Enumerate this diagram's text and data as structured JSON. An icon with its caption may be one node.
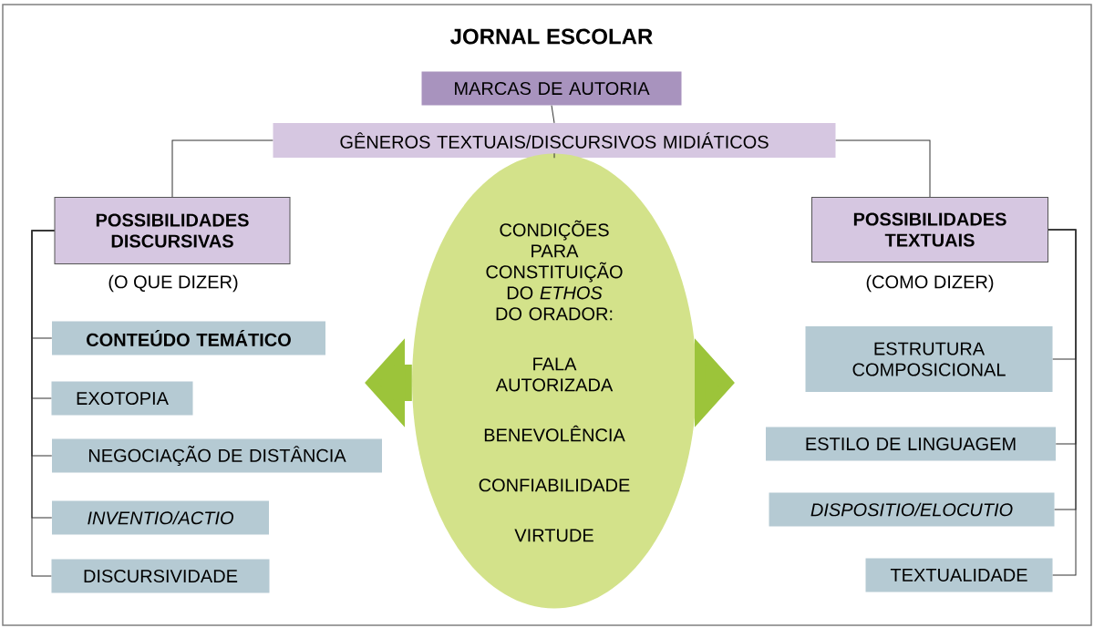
{
  "diagram": {
    "title": "JORNAL ESCOLAR",
    "nodes": [
      {
        "text": [
          "MARCAS DE AUTORIA"
        ]
      },
      {
        "text": [
          "GÊNEROS TEXTUAIS/DISCURSIVOS MIDIÁTICOS"
        ]
      },
      {
        "text": [
          "POSSIBILIDADES DISCURSIVAS"
        ],
        "beside": [
          "(O QUE DIZER)"
        ]
      },
      {
        "text": [
          "CONDIÇÕES PARA CONSTITUIÇÃO DO *ETHOS* DO ORADOR:",
          "FALA AUTORIZADA",
          "BENEVOLÊNCIA",
          "CONFIABILIDADE",
          "VIRTUDE"
        ]
      },
      {
        "text": [
          "POSSIBILIDADES TEXTUAIS"
        ],
        "beside": [
          "(COMO DIZER)"
        ]
      },
      {
        "text": [
          "CONTEÚDO TEMÁTICO"
        ]
      },
      {
        "text": [
          "EXOTOPIA"
        ]
      },
      {
        "text": [
          "NEGOCIAÇÃO DE DISTÂNCIA"
        ]
      },
      {
        "text": [
          "INVENTIO/ACTIO"
        ]
      },
      {
        "text": [
          "DISCURSIVIDADE"
        ]
      },
      {
        "text": [
          "ESTRUTURA COMPOSICIONAL"
        ]
      },
      {
        "text": [
          "ESTILO DE LINGUAGEM"
        ]
      },
      {
        "text": [
          "DISPOSITIO/ELOCUTIO"
        ]
      },
      {
        "text": [
          "TEXTUALIDADE"
        ]
      }
    ],
    "edges": [
      {
        "from": 0,
        "to": 1,
        "arrow": "none"
      },
      {
        "from": 1,
        "to": 2,
        "arrow": "none"
      },
      {
        "from": 1,
        "to": 4,
        "arrow": "none"
      },
      {
        "from": 1,
        "to": 3,
        "arrow": "none"
      },
      {
        "from": 2,
        "to": 5,
        "arrow": "none"
      },
      {
        "from": 2,
        "to": 6,
        "arrow": "none"
      },
      {
        "from": 2,
        "to": 7,
        "arrow": "none"
      },
      {
        "from": 2,
        "to": 8,
        "arrow": "none"
      },
      {
        "from": 2,
        "to": 9,
        "arrow": "none"
      },
      {
        "from": 4,
        "to": 10,
        "arrow": "none"
      },
      {
        "from": 4,
        "to": 11,
        "arrow": "none"
      },
      {
        "from": 4,
        "to": 12,
        "arrow": "none"
      },
      {
        "from": 4,
        "to": 13,
        "arrow": "none"
      },
      {
        "from": 3,
        "to": null,
        "arrow": "to",
        "style": "thick",
        "color": "#9cc43a"
      },
      {
        "from": 3,
        "to": null,
        "arrow": "to",
        "style": "thick",
        "color": "#9cc43a"
      }
    ]
  }
}
